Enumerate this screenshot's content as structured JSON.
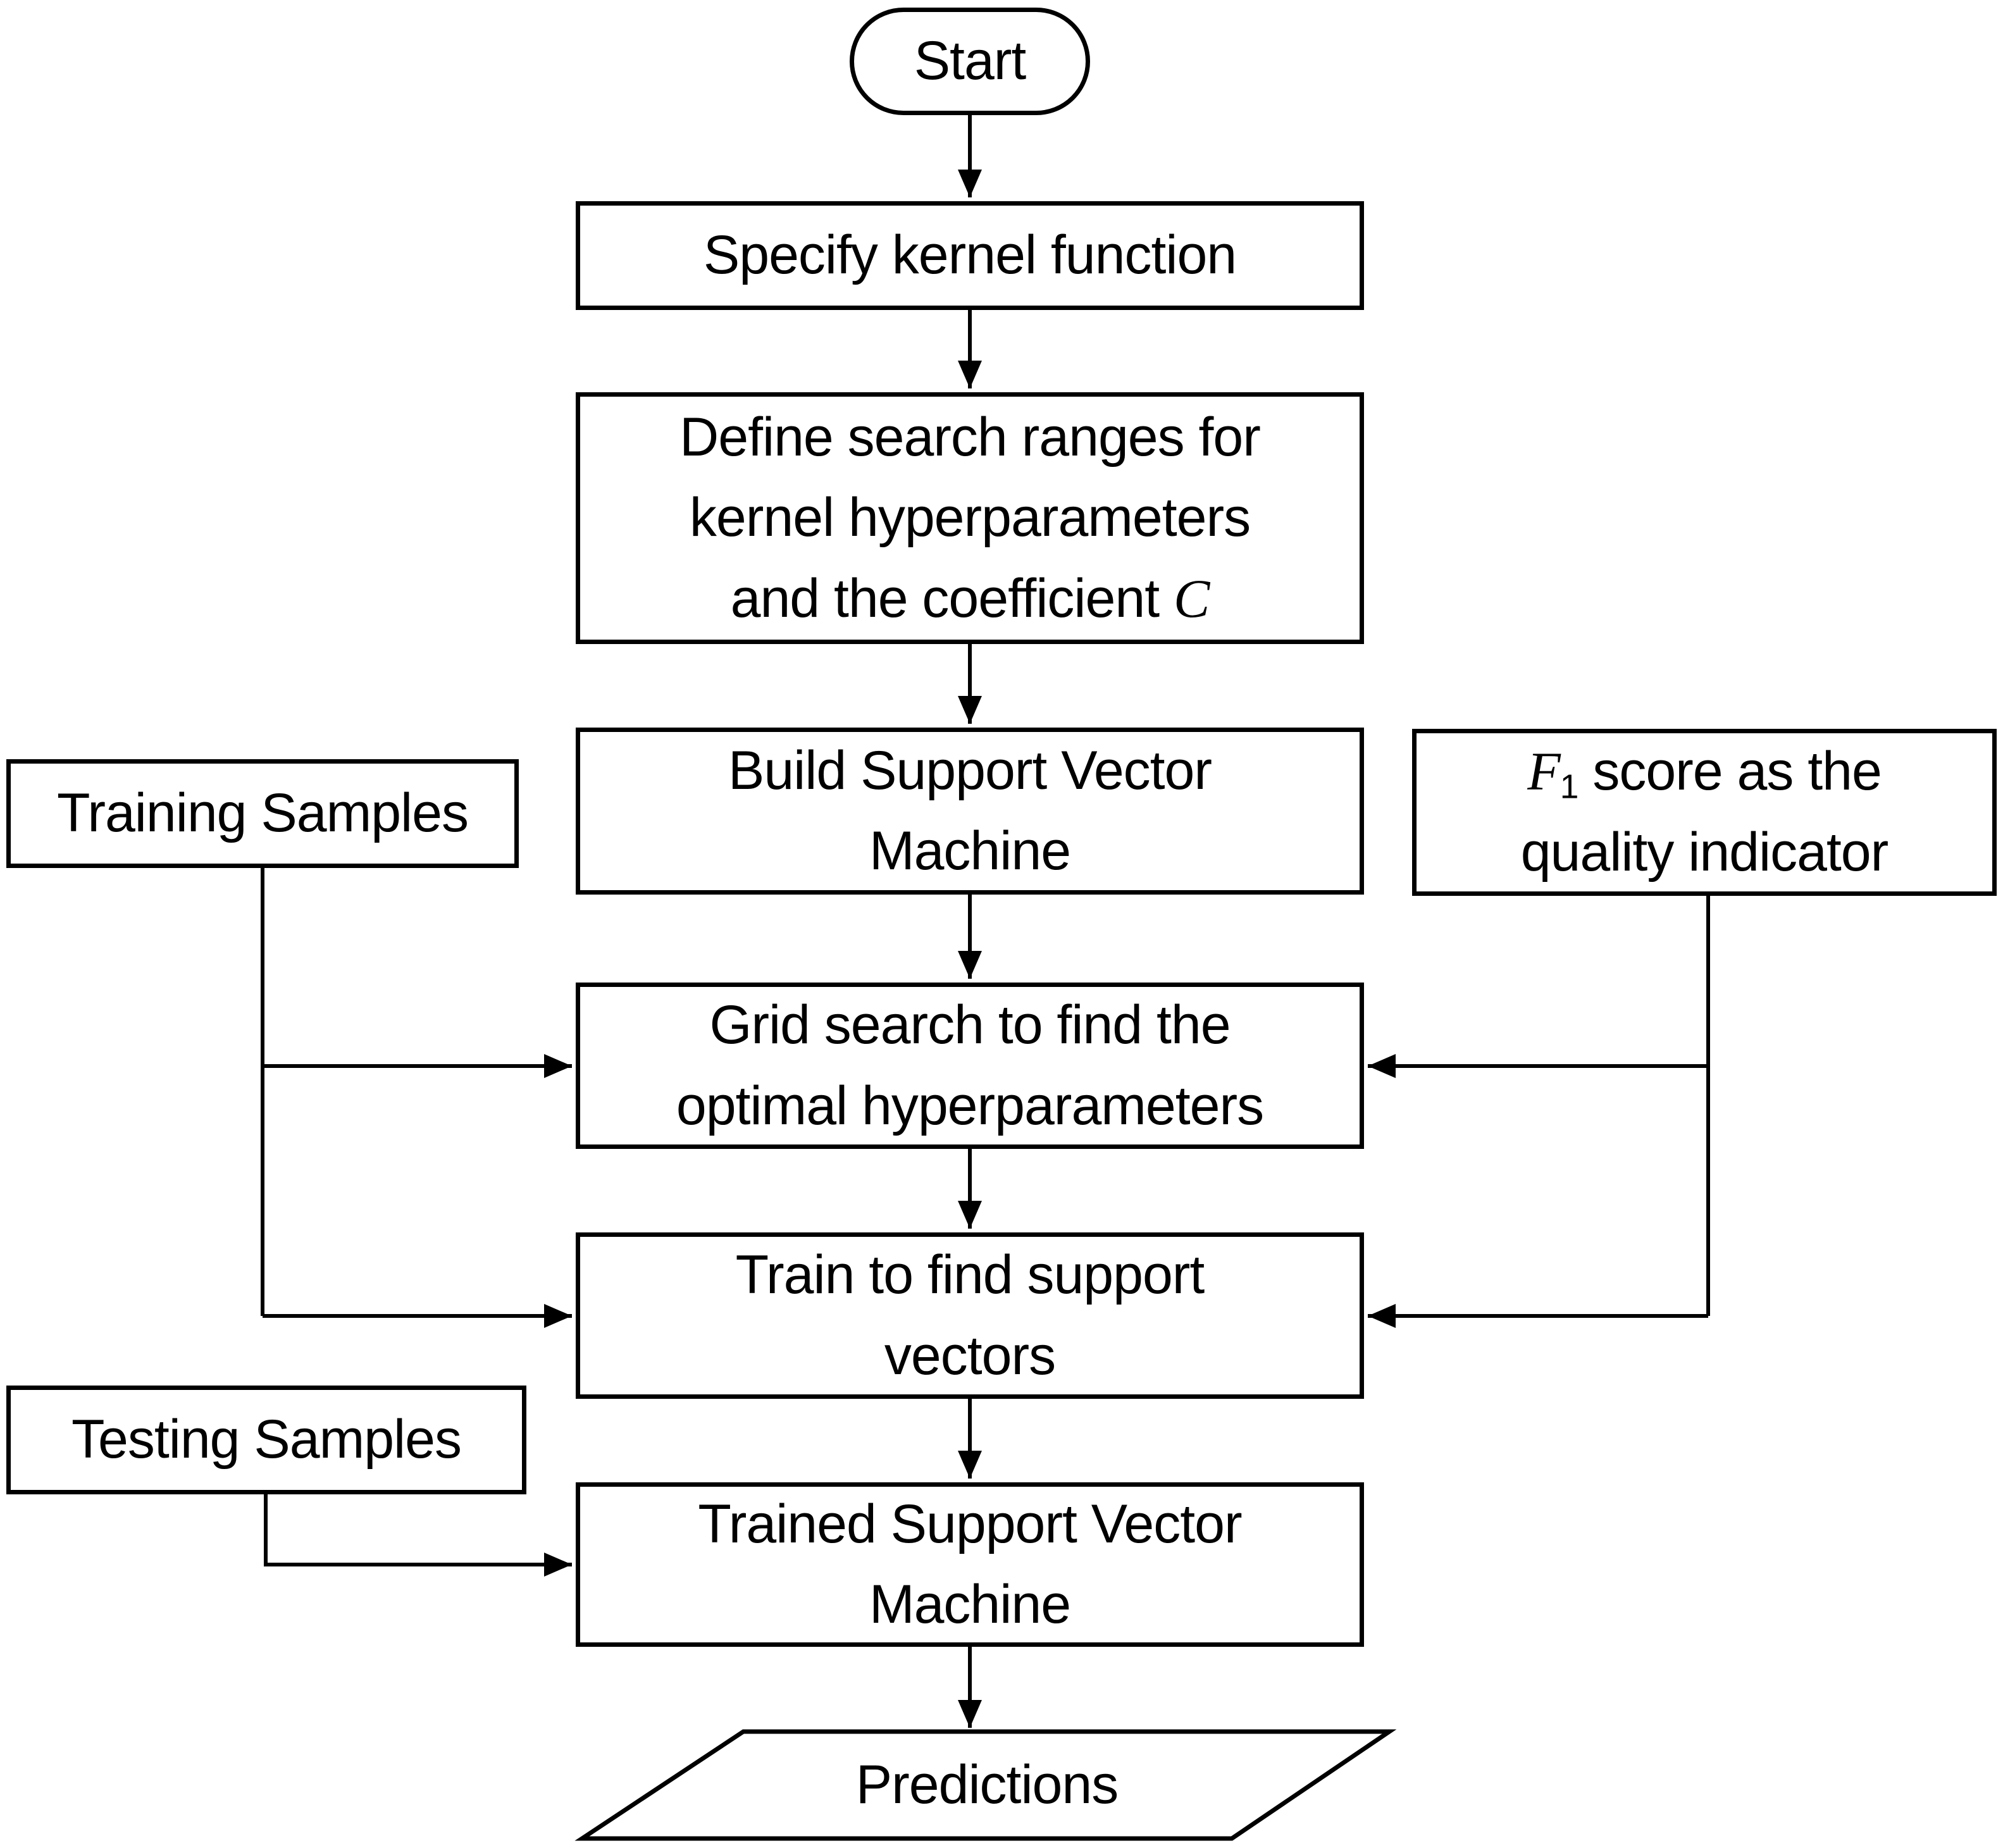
{
  "diagram": {
    "type": "flowchart",
    "title_semantic": "Support Vector Machine training and prediction workflow",
    "colors": {
      "background": "#ffffff",
      "stroke": "#000000",
      "text": "#000000"
    },
    "nodes": {
      "start": {
        "shape": "terminator",
        "label": "Start"
      },
      "specify_kernel": {
        "shape": "process",
        "label": "Specify kernel function"
      },
      "define_ranges": {
        "shape": "process",
        "line1": "Define search ranges for",
        "line2": "kernel hyperparameters",
        "line3_prefix": "and the coefficient ",
        "coefficient_symbol": "C"
      },
      "build_svm": {
        "shape": "process",
        "line1": "Build Support Vector",
        "line2": "Machine"
      },
      "training_samples": {
        "shape": "process",
        "label": "Training Samples"
      },
      "f1_score": {
        "shape": "process",
        "symbol": "F",
        "symbol_subscript": "1",
        "line1_rest": " score as the",
        "line2": "quality indicator"
      },
      "grid_search": {
        "shape": "process",
        "line1": "Grid search to find the",
        "line2": "optimal hyperparameters"
      },
      "train_sv": {
        "shape": "process",
        "line1": "Train to find support",
        "line2": "vectors"
      },
      "testing_samples": {
        "shape": "process",
        "label": "Testing Samples"
      },
      "trained_svm": {
        "shape": "process",
        "line1": "Trained Support Vector",
        "line2": "Machine"
      },
      "predictions": {
        "shape": "data-parallelogram",
        "label": "Predictions"
      }
    },
    "edges": [
      {
        "from": "start",
        "to": "specify_kernel",
        "arrow": true
      },
      {
        "from": "specify_kernel",
        "to": "define_ranges",
        "arrow": true
      },
      {
        "from": "define_ranges",
        "to": "build_svm",
        "arrow": true
      },
      {
        "from": "build_svm",
        "to": "grid_search",
        "arrow": true
      },
      {
        "from": "training_samples",
        "to": "grid_search",
        "arrow": true
      },
      {
        "from": "training_samples",
        "to": "train_sv",
        "arrow": true
      },
      {
        "from": "f1_score",
        "to": "grid_search",
        "arrow": true
      },
      {
        "from": "f1_score",
        "to": "train_sv",
        "arrow": true
      },
      {
        "from": "grid_search",
        "to": "train_sv",
        "arrow": true
      },
      {
        "from": "train_sv",
        "to": "trained_svm",
        "arrow": true
      },
      {
        "from": "testing_samples",
        "to": "trained_svm",
        "arrow": true
      },
      {
        "from": "trained_svm",
        "to": "predictions",
        "arrow": true
      }
    ]
  }
}
